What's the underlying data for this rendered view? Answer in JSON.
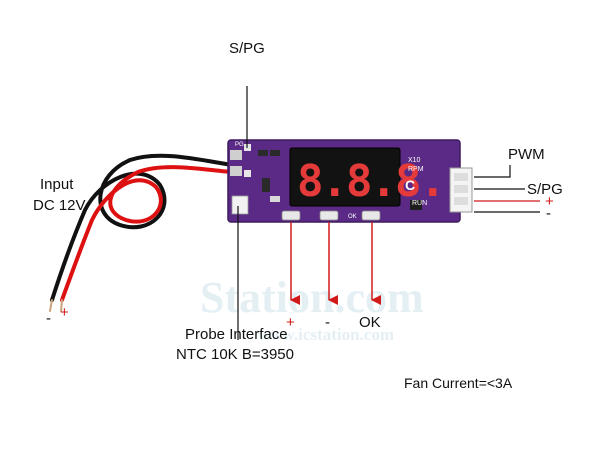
{
  "labels": {
    "sp_top": "S/PG",
    "input_line1": "Input",
    "input_line2": "DC 12V",
    "wire_minus": "-",
    "wire_plus": "+",
    "pwm": "PWM",
    "sp_right": "S/PG",
    "conn_plus": "+",
    "conn_minus": "-",
    "btn_plus": "+",
    "btn_minus": "-",
    "btn_ok": "OK",
    "probe_line1": "Probe Interface",
    "probe_line2": "NTC 10K B=3950",
    "fan_current": "Fan Current=<3A"
  },
  "board": {
    "display": "8.8.8.",
    "unit": "C",
    "marks": [
      "X10",
      "RPM",
      "RUN"
    ],
    "pad_label": "PG",
    "button_label": "OK"
  },
  "watermark": {
    "main": "Station.com",
    "sub": "www.icstation.com"
  },
  "colors": {
    "pcb": "#5b2a86",
    "pcb_edge": "#3e1a5e",
    "segment": "#e53a3a",
    "arrow": "#d21a1a",
    "wire_red": "#d11",
    "wire_black": "#111"
  }
}
